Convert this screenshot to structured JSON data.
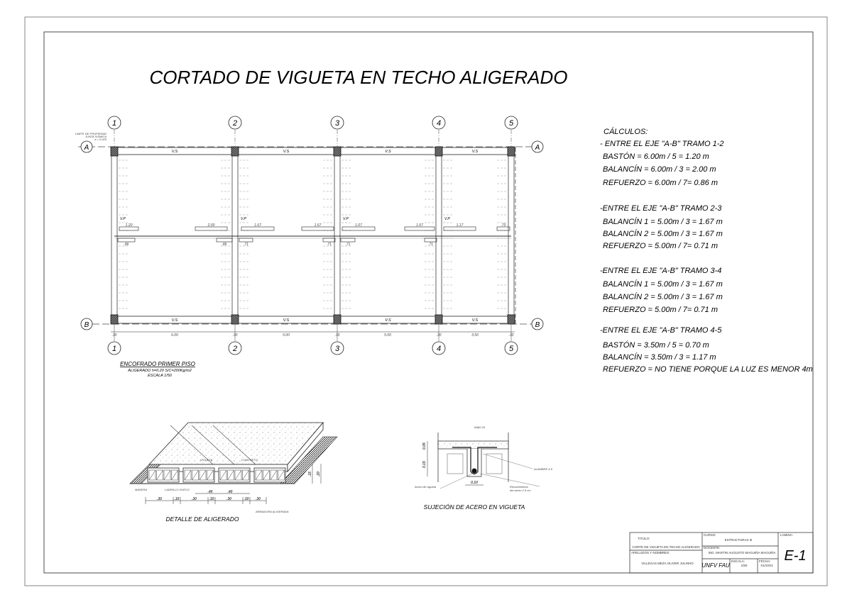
{
  "title": "CORTADO DE VIGUETA EN TECHO ALIGERADO",
  "plan": {
    "axes_columns": [
      "1",
      "2",
      "3",
      "4",
      "5"
    ],
    "axes_rows": [
      "A",
      "B"
    ],
    "beam_label_vs": "V.S",
    "beam_label_vp": "V.P",
    "property_note": [
      "LIMITE DE PROPIEDAD",
      "JUNTA SISMICA",
      "e = 0.025"
    ],
    "top_rebar_labels": [
      "1.20",
      "2.00",
      "1.67",
      "1.67",
      "1.67",
      "1.67",
      "1.17",
      ".70"
    ],
    "bottom_rebar_labels": [
      ".86",
      ".86",
      ".71",
      ".71",
      ".71",
      ".71"
    ],
    "dimensions": [
      ".30",
      "6.00",
      ".30",
      "5.00",
      ".30",
      "5.00",
      ".30",
      "3.50",
      ".30"
    ],
    "caption": "ENCOFRADO PRIMER PISO",
    "subcaption1": "ALIGERADO h=0.20  S/C=200Kg/m2",
    "subcaption2": "ESCALA 1/50"
  },
  "calculations": {
    "heading": "CÁLCULOS:",
    "lines": [
      "- ENTRE EL EJE \"A-B\"  TRAMO 1-2",
      " BASTÓN = 6.00m / 5 = 1.20 m",
      " BALANCÍN = 6.00m / 3 = 2.00 m",
      "REFUERZO = 6.00m / 7= 0.86 m",
      "-ENTRE EL EJE \"A-B\"  TRAMO 2-3",
      " BALANCÍN 1 = 5.00m / 3 = 1.67 m",
      " BALANCÍN 2 = 5.00m / 3 = 1.67 m",
      "REFUERZO = 5.00m / 7= 0.71 m",
      "-ENTRE EL EJE \"A-B\"  TRAMO 3-4",
      " BALANCÍN 1 = 5.00m / 3 = 1.67 m",
      " BALANCÍN 2 = 5.00m / 3 = 1.67 m",
      "REFUERZO = 5.00m / 7= 0.71 m",
      "-ENTRE EL EJE \"A-B\"  TRAMO 4-5",
      " BASTÓN = 3.50m / 5 = 0.70 m",
      " BALANCÍN  = 3.50m / 3 = 1.17 m",
      "REFUERZO = NO TIENE PORQUE LA LUZ ES MENOR 4m"
    ]
  },
  "detail_aligerado": {
    "caption": "DETALLE DE ALIGERADO",
    "labels": [
      "MADERA",
      "LADRILLO HUECO",
      "ARMADURA ALIGERADA",
      "VIGUETA",
      "CONCRETO"
    ],
    "dims_bottom": [
      ".30",
      ".10",
      ".30",
      ".10",
      ".30",
      ".10",
      ".30"
    ],
    "dims_mid": [
      ".40",
      ".40"
    ],
    "dims_side": [
      ".15",
      ".20"
    ]
  },
  "detail_sujecion": {
    "caption": "SUJECIÓN DE ACERO EN VIGUETA",
    "label_top": "Ø@0.25",
    "label_wire": "ALAMBRE # 8",
    "label_steel": "Acero de vigueta",
    "label_cover": [
      "Recubrimiento",
      "del acero 2.5 cm"
    ],
    "dim_slab": "0.05",
    "dim_joist": "0.15",
    "dim_width": "0.10"
  },
  "title_block": {
    "titulo_label": "TITULO:",
    "titulo": "CORTE DE VIGUETA EN TECHO ALIGERADO",
    "apellidos_label": "APELLIDOS Y NOMBRES:",
    "apellidos": "VILLEGAS MEZA OLIVER JULINHO",
    "curso_label": "CURSO:",
    "curso": "ESTRUCTURAS III",
    "docente_label": "DOCENTE:",
    "docente": "ING. MARTIN AUGUSTO MAGUIÑA MAGUIÑA",
    "institucion": "UNFV FAU",
    "escala_label": "ESCALA:",
    "escala": "1/50",
    "fecha_label": "FECHA:",
    "fecha": "01/10/21",
    "lamina_label": "LAMINA:",
    "lamina": "E-1"
  }
}
